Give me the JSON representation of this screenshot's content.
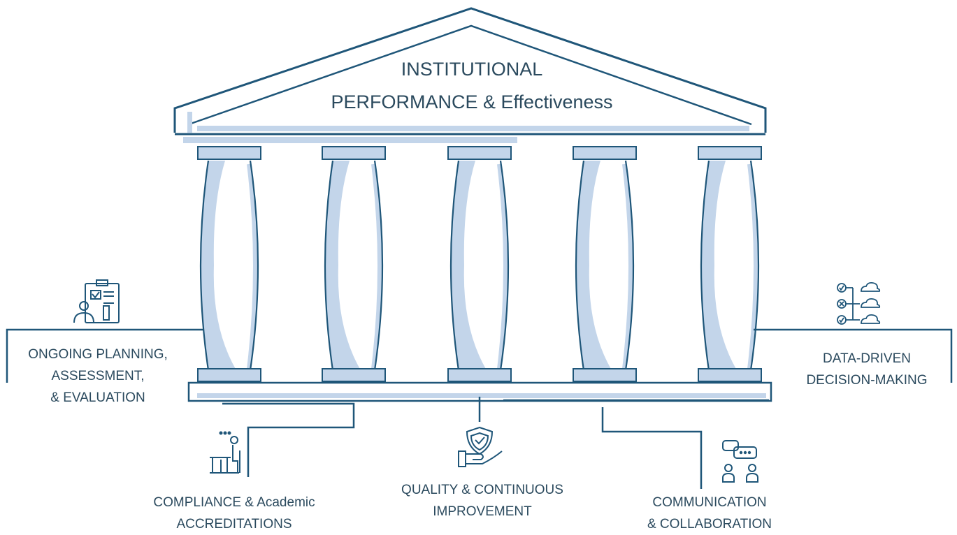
{
  "title": {
    "line1": "INSTITUTIONAL",
    "line2": "PERFORMANCE & Effectiveness"
  },
  "pillars": [
    {
      "line1": "ONGOING PLANNING,",
      "line2": "ASSESSMENT,",
      "line3": "& EVALUATION",
      "icon": "planning-clipboard-icon"
    },
    {
      "line1": "COMPLIANCE & Academic",
      "line2": "ACCREDITATIONS",
      "icon": "desk-worker-icon"
    },
    {
      "line1": "QUALITY & CONTINUOUS",
      "line2": "IMPROVEMENT",
      "icon": "shield-hand-icon"
    },
    {
      "line1": "COMMUNICATION",
      "line2": "& COLLABORATION",
      "icon": "chat-people-icon"
    },
    {
      "line1": "DATA-DRIVEN",
      "line2": "DECISION-MAKING",
      "icon": "data-cloud-checklist-icon"
    }
  ],
  "colors": {
    "stroke": "#1f5679",
    "fill": "#c3d5ea",
    "text": "#2b4a5e"
  }
}
